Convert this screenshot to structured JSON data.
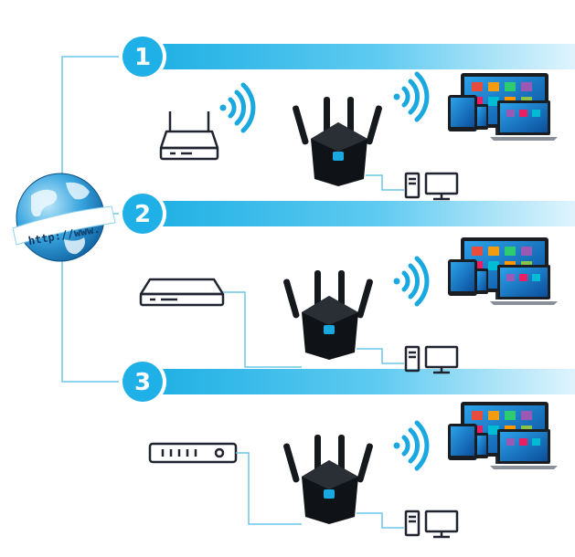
{
  "globe": {
    "url_text": "http://www.",
    "icon": "globe-icon"
  },
  "colors": {
    "band": "#22b4e6",
    "band_light": "#e6f7fd",
    "line": "#6fc6e6",
    "ink": "#1f2430",
    "device": "#101418",
    "screen": "#1f8fd6"
  },
  "methods": [
    {
      "number": "1",
      "source_icon": "wireless-router-icon",
      "link": "wifi",
      "extender_icon": "wifi-extender-icon",
      "wired_device_icon": "desktop-pc-icon",
      "wireless_devices_icon": "multi-device-icon"
    },
    {
      "number": "2",
      "source_icon": "modem-box-icon",
      "link": "cable",
      "extender_icon": "wifi-extender-icon",
      "wired_device_icon": "desktop-pc-icon",
      "wireless_devices_icon": "multi-device-icon"
    },
    {
      "number": "3",
      "source_icon": "network-switch-icon",
      "link": "cable",
      "extender_icon": "wifi-extender-icon",
      "wired_device_icon": "desktop-pc-icon",
      "wireless_devices_icon": "multi-device-icon"
    }
  ]
}
